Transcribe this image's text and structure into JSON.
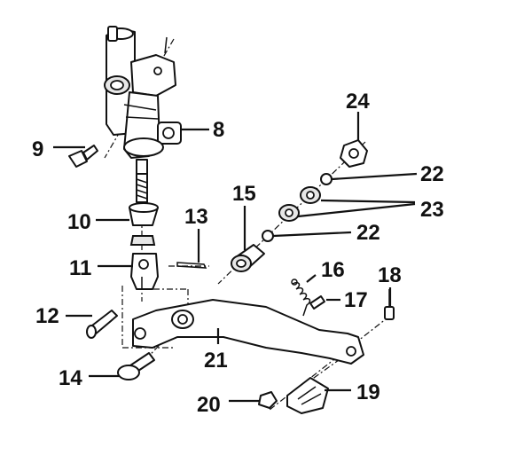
{
  "diagram": {
    "callouts": [
      "8",
      "9",
      "10",
      "11",
      "12",
      "13",
      "14",
      "15",
      "16",
      "17",
      "18",
      "19",
      "20",
      "21",
      "22",
      "22",
      "23",
      "24"
    ]
  },
  "colors": {
    "ink": "#111111",
    "paper": "#ffffff",
    "shade": "#e6e6e6"
  }
}
